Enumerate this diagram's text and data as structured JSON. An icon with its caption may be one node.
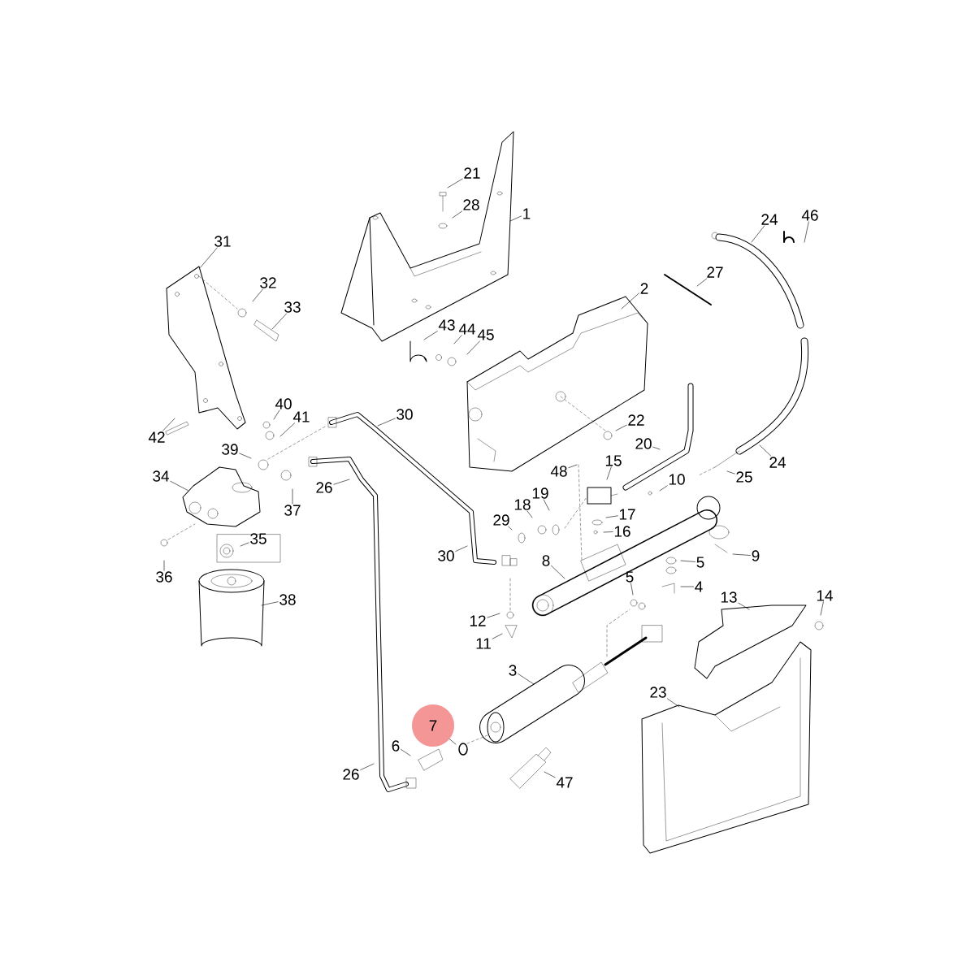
{
  "diagram": {
    "nodes": [
      {
        "text": [
          "21"
        ]
      },
      {
        "text": [
          "28"
        ]
      },
      {
        "text": [
          "1"
        ]
      },
      {
        "text": [
          "24"
        ]
      },
      {
        "text": [
          "46"
        ]
      },
      {
        "text": [
          "31"
        ]
      },
      {
        "text": [
          "27"
        ]
      },
      {
        "text": [
          "32"
        ]
      },
      {
        "text": [
          "2"
        ]
      },
      {
        "text": [
          "33"
        ]
      },
      {
        "text": [
          "43"
        ]
      },
      {
        "text": [
          "44"
        ]
      },
      {
        "text": [
          "45"
        ]
      },
      {
        "text": [
          "40"
        ]
      },
      {
        "text": [
          "30"
        ]
      },
      {
        "text": [
          "41"
        ]
      },
      {
        "text": [
          "22"
        ]
      },
      {
        "text": [
          "42"
        ]
      },
      {
        "text": [
          "20"
        ]
      },
      {
        "text": [
          "24"
        ]
      },
      {
        "text": [
          "39"
        ]
      },
      {
        "text": [
          "48"
        ]
      },
      {
        "text": [
          "15"
        ]
      },
      {
        "text": [
          "34"
        ]
      },
      {
        "text": [
          "26"
        ]
      },
      {
        "text": [
          "25"
        ]
      },
      {
        "text": [
          "10"
        ]
      },
      {
        "text": [
          "19"
        ]
      },
      {
        "text": [
          "18"
        ]
      },
      {
        "text": [
          "37"
        ]
      },
      {
        "text": [
          "17"
        ]
      },
      {
        "text": [
          "29"
        ]
      },
      {
        "text": [
          "16"
        ]
      },
      {
        "text": [
          "35"
        ]
      },
      {
        "text": [
          "30"
        ]
      },
      {
        "text": [
          "9"
        ]
      },
      {
        "text": [
          "8"
        ]
      },
      {
        "text": [
          "5"
        ]
      },
      {
        "text": [
          "36"
        ]
      },
      {
        "text": [
          "5"
        ]
      },
      {
        "text": [
          "4"
        ]
      },
      {
        "text": [
          "38"
        ]
      },
      {
        "text": [
          "13"
        ]
      },
      {
        "text": [
          "14"
        ]
      },
      {
        "text": [
          "12"
        ]
      },
      {
        "text": [
          "11"
        ]
      },
      {
        "text": [
          "3"
        ]
      },
      {
        "text": [
          "23"
        ]
      },
      {
        "text": [
          "7"
        ]
      },
      {
        "text": [
          "6"
        ]
      },
      {
        "text": [
          "26"
        ]
      },
      {
        "text": [
          "47"
        ]
      },
      {
        "text": [],
        "shape": "picture"
      },
      {
        "text": [],
        "shape": "picture"
      }
    ],
    "edges": [
      {
        "from": 0,
        "to": null,
        "arrow": "none"
      },
      {
        "from": 1,
        "to": null,
        "arrow": "none"
      },
      {
        "from": 2,
        "to": null,
        "arrow": "none"
      },
      {
        "from": 3,
        "to": null,
        "arrow": "none"
      },
      {
        "from": 4,
        "to": null,
        "arrow": "none"
      },
      {
        "from": 5,
        "to": 52,
        "arrow": "none"
      },
      {
        "from": 6,
        "to": null,
        "arrow": "none"
      },
      {
        "from": 7,
        "to": null,
        "arrow": "none"
      },
      {
        "from": 8,
        "to": null,
        "arrow": "none"
      },
      {
        "from": 9,
        "to": null,
        "arrow": "none"
      },
      {
        "from": 10,
        "to": null,
        "arrow": "none"
      },
      {
        "from": 11,
        "to": null,
        "arrow": "none"
      },
      {
        "from": 12,
        "to": null,
        "arrow": "none"
      },
      {
        "from": 13,
        "to": null,
        "arrow": "none"
      },
      {
        "from": 14,
        "to": null,
        "arrow": "none"
      },
      {
        "from": 15,
        "to": null,
        "arrow": "none"
      },
      {
        "from": 16,
        "to": null,
        "arrow": "none"
      },
      {
        "from": 17,
        "to": null,
        "arrow": "none"
      },
      {
        "from": 18,
        "to": null,
        "arrow": "none"
      },
      {
        "from": 19,
        "to": null,
        "arrow": "none"
      },
      {
        "from": 20,
        "to": null,
        "arrow": "none"
      },
      {
        "from": 21,
        "to": null,
        "arrow": "none"
      },
      {
        "from": 22,
        "to": null,
        "arrow": "none"
      },
      {
        "from": 23,
        "to": 53,
        "arrow": "none"
      },
      {
        "from": 24,
        "to": null,
        "arrow": "none"
      },
      {
        "from": 25,
        "to": null,
        "arrow": "none"
      },
      {
        "from": 26,
        "to": null,
        "arrow": "none"
      },
      {
        "from": 27,
        "to": null,
        "arrow": "none"
      },
      {
        "from": 28,
        "to": null,
        "arrow": "none"
      },
      {
        "from": 29,
        "to": null,
        "arrow": "none"
      },
      {
        "from": 30,
        "to": null,
        "arrow": "none"
      },
      {
        "from": 31,
        "to": null,
        "arrow": "none"
      },
      {
        "from": 32,
        "to": null,
        "arrow": "none"
      },
      {
        "from": 33,
        "to": null,
        "arrow": "none"
      },
      {
        "from": 34,
        "to": null,
        "arrow": "none"
      },
      {
        "from": 35,
        "to": null,
        "arrow": "none"
      },
      {
        "from": 36,
        "to": null,
        "arrow": "none"
      },
      {
        "from": 37,
        "to": null,
        "arrow": "none"
      },
      {
        "from": 38,
        "to": null,
        "arrow": "none"
      },
      {
        "from": 39,
        "to": null,
        "arrow": "none"
      },
      {
        "from": 40,
        "to": null,
        "arrow": "none"
      },
      {
        "from": 41,
        "to": null,
        "arrow": "none"
      },
      {
        "from": 42,
        "to": null,
        "arrow": "none"
      },
      {
        "from": 43,
        "to": null,
        "arrow": "none"
      },
      {
        "from": 44,
        "to": null,
        "arrow": "none"
      },
      {
        "from": 45,
        "to": null,
        "arrow": "none"
      },
      {
        "from": 46,
        "to": null,
        "arrow": "none"
      },
      {
        "from": 47,
        "to": null,
        "arrow": "none"
      },
      {
        "from": 48,
        "to": null,
        "arrow": "none"
      },
      {
        "from": 49,
        "to": null,
        "arrow": "none"
      },
      {
        "from": 50,
        "to": null,
        "arrow": "none"
      },
      {
        "from": 51,
        "to": null,
        "arrow": "none"
      }
    ]
  }
}
